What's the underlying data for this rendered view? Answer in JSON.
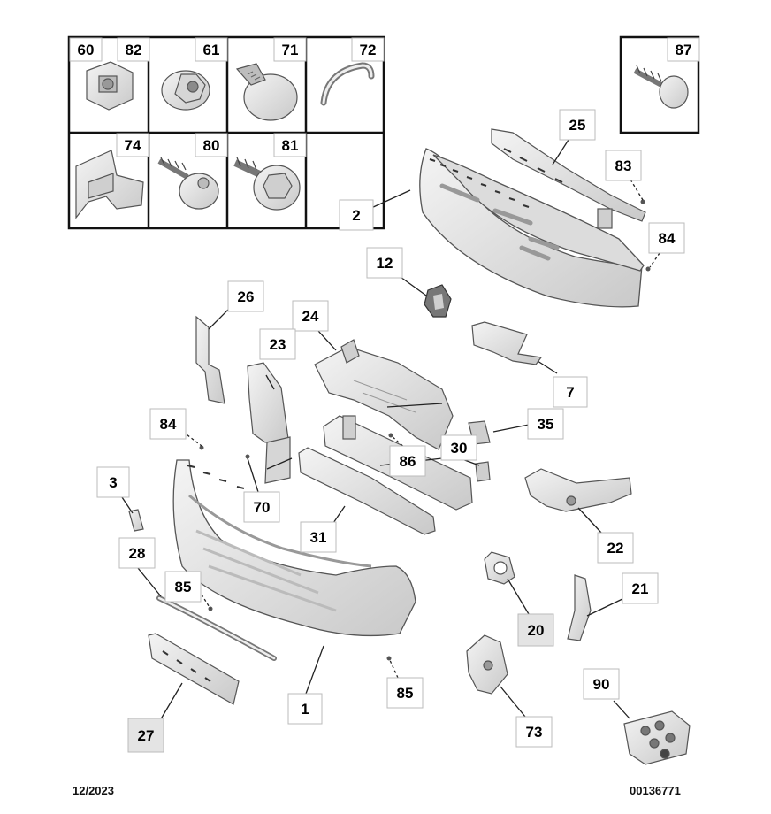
{
  "callouts": {
    "c60": "60",
    "c82": "82",
    "c61": "61",
    "c71": "71",
    "c72": "72",
    "c74": "74",
    "c80": "80",
    "c81": "81",
    "c87": "87",
    "c25": "25",
    "c83": "83",
    "c2": "2",
    "c84a": "84",
    "c12": "12",
    "c26": "26",
    "c24": "24",
    "c23": "23",
    "c7": "7",
    "c35": "35",
    "c84b": "84",
    "c86": "86",
    "c30": "30",
    "c3": "3",
    "c70": "70",
    "c31": "31",
    "c22": "22",
    "c28": "28",
    "c85a": "85",
    "c21": "21",
    "c20": "20",
    "c90": "90",
    "c85b": "85",
    "c1": "1",
    "c27": "27",
    "c73": "73"
  },
  "footer": {
    "date": "12/2023",
    "reference": "00136771"
  },
  "colors": {
    "part_fill": "#e6e6e6",
    "part_stroke": "#555555",
    "box_border": "#111111",
    "highlight_box": "#e4e4e4"
  }
}
